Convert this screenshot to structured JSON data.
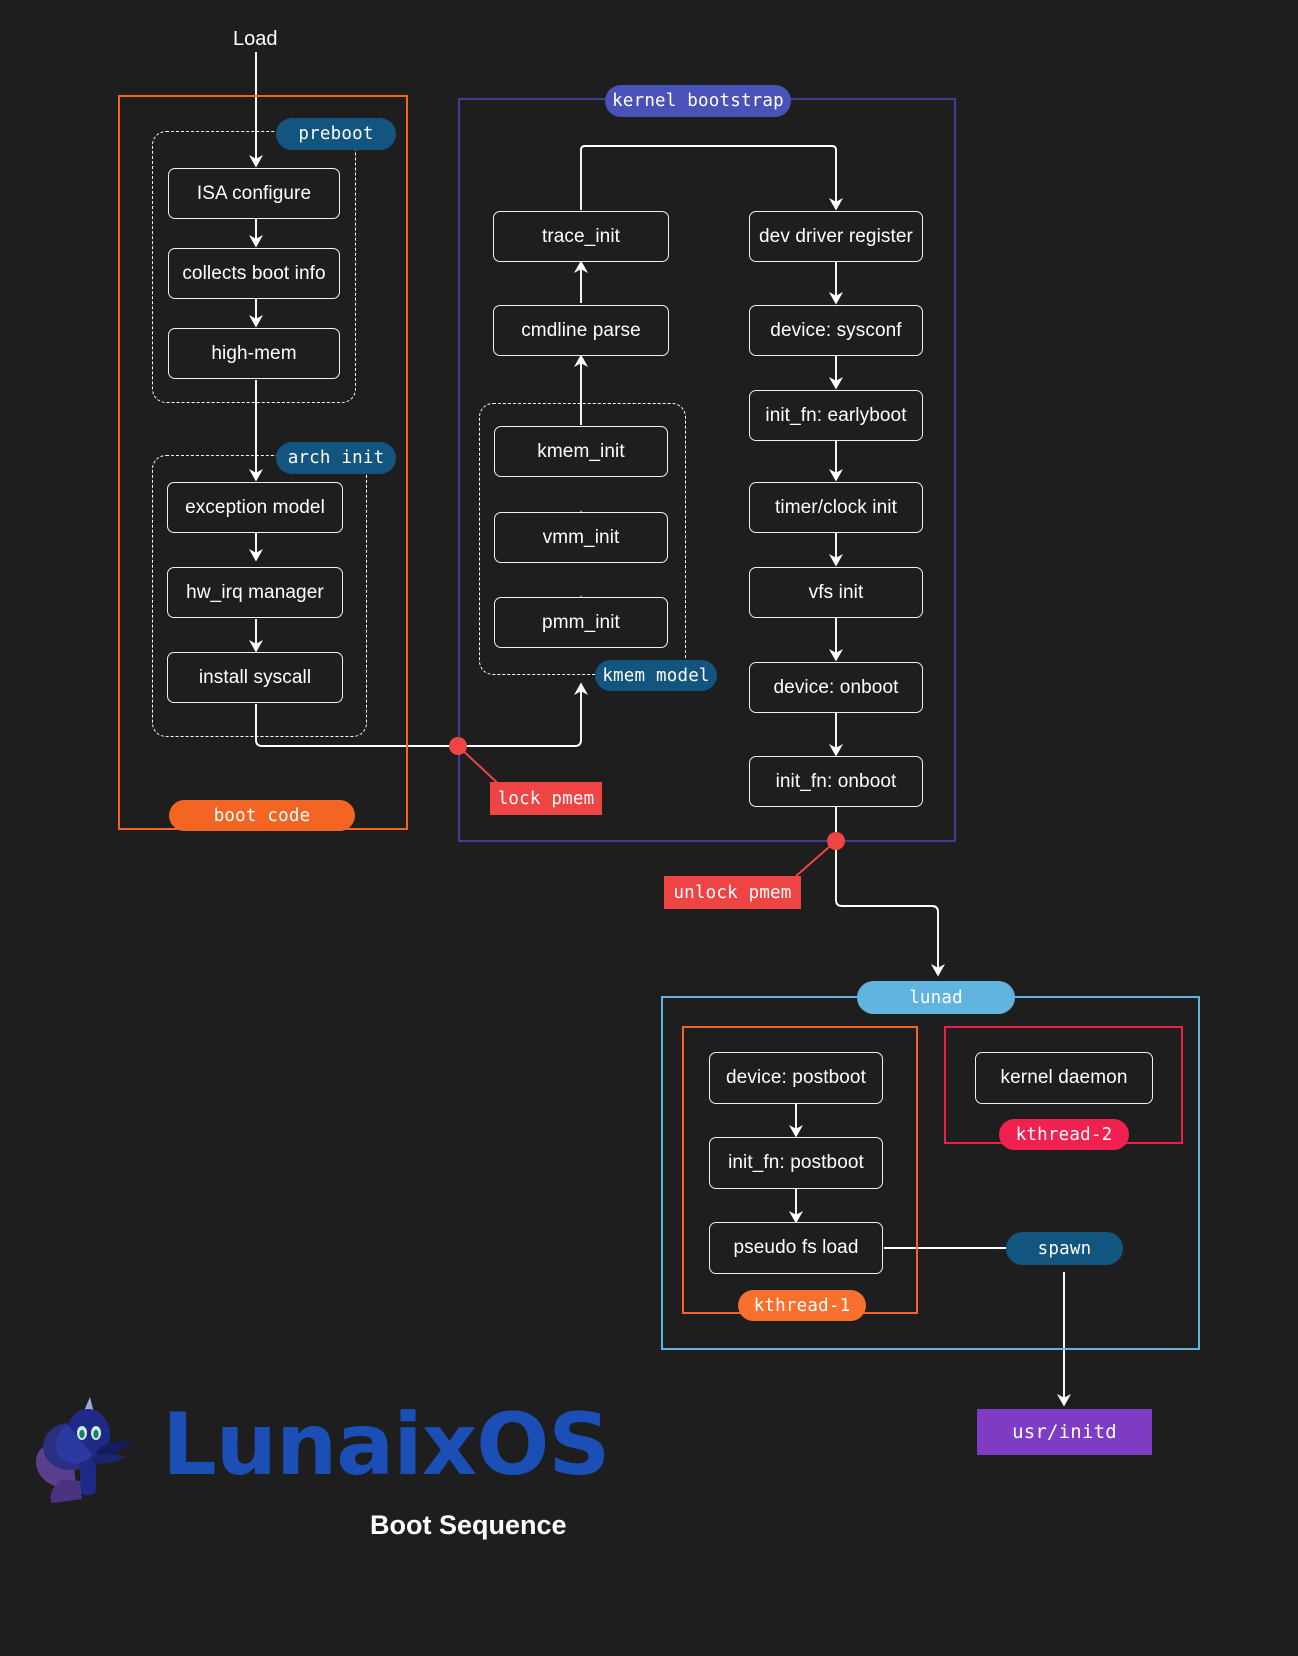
{
  "diagram": {
    "title": "Boot Sequence",
    "brand": "LunaixOS",
    "entry_label": "Load"
  },
  "clusters": [
    {
      "name": "boot code",
      "label": "boot code",
      "color": "#f26522",
      "label_bg": "#f26522",
      "label_shape": "pill"
    },
    {
      "name": "preboot",
      "label": "preboot",
      "color": "#ffffff",
      "label_bg": "#12557f",
      "label_shape": "pill"
    },
    {
      "name": "arch init",
      "label": "arch init",
      "color": "#ffffff",
      "label_bg": "#12557f",
      "label_shape": "pill"
    },
    {
      "name": "kernel bootstrap",
      "label": "kernel bootstrap",
      "color": "#3b3f94",
      "label_bg": "#4a52b8",
      "label_shape": "pill"
    },
    {
      "name": "kmem model",
      "label": "kmem model",
      "color": "#ffffff",
      "label_bg": "#12557f",
      "label_shape": "pill"
    },
    {
      "name": "lunad",
      "label": "lunad",
      "color": "#62b4e0",
      "label_bg": "#62b4e0",
      "label_shape": "pill"
    },
    {
      "name": "kthread-1",
      "label": "kthread-1",
      "color": "#f26522",
      "label_bg": "#f96f2e",
      "label_shape": "pill"
    },
    {
      "name": "kthread-2",
      "label": "kthread-2",
      "color": "#f01d4a",
      "label_bg": "#f0214e",
      "label_shape": "pill"
    }
  ],
  "nodes": {
    "preboot": [
      {
        "id": "isa-configure",
        "label": "ISA configure"
      },
      {
        "id": "collects-boot-info",
        "label": "collects boot info"
      },
      {
        "id": "high-mem",
        "label": "high-mem"
      }
    ],
    "arch_init": [
      {
        "id": "exception-model",
        "label": "exception model"
      },
      {
        "id": "hw-irq-manager",
        "label": "hw_irq manager"
      },
      {
        "id": "install-syscall",
        "label": "install syscall"
      }
    ],
    "kmem_model": [
      {
        "id": "kmem-init",
        "label": "kmem_init"
      },
      {
        "id": "vmm-init",
        "label": "vmm_init"
      },
      {
        "id": "pmm-init",
        "label": "pmm_init"
      }
    ],
    "kernel_left": [
      {
        "id": "trace-init",
        "label": "trace_init"
      },
      {
        "id": "cmdline-parse",
        "label": "cmdline parse"
      }
    ],
    "kernel_right": [
      {
        "id": "dev-driver-register",
        "label": "dev driver register"
      },
      {
        "id": "device-sysconf",
        "label": "device: sysconf"
      },
      {
        "id": "init-fn-earlyboot",
        "label": "init_fn: earlyboot"
      },
      {
        "id": "timer-clock-init",
        "label": "timer/clock init"
      },
      {
        "id": "vfs-init",
        "label": "vfs init"
      },
      {
        "id": "device-onboot",
        "label": "device: onboot"
      },
      {
        "id": "init-fn-onboot",
        "label": "init_fn: onboot"
      }
    ],
    "kthread1": [
      {
        "id": "device-postboot",
        "label": "device: postboot"
      },
      {
        "id": "init-fn-postboot",
        "label": "init_fn: postboot"
      },
      {
        "id": "pseudo-fs-load",
        "label": "pseudo fs load"
      }
    ],
    "kthread2": [
      {
        "id": "kernel-daemon",
        "label": "kernel daemon"
      }
    ]
  },
  "annotations": [
    {
      "id": "lock-pmem",
      "label": "lock pmem",
      "bg": "#ef4444",
      "shape": "rect"
    },
    {
      "id": "unlock-pmem",
      "label": "unlock pmem",
      "bg": "#ef4444",
      "shape": "rect"
    },
    {
      "id": "spawn",
      "label": "spawn",
      "bg": "#12557f",
      "shape": "pill"
    },
    {
      "id": "usr-initd",
      "label": "usr/initd",
      "bg": "#7e3cc4",
      "shape": "rect"
    }
  ],
  "colors": {
    "background": "#1e1e1e",
    "node_border": "#f0f0f0",
    "edge": "#ffffff",
    "boot_code": "#f26522",
    "kernel_bootstrap": "#3b3f94",
    "lunad": "#62b4e0",
    "kthread1": "#f26522",
    "kthread2": "#f01d4a",
    "lock_marker": "#ef4444",
    "brand": "#1b4fb5"
  }
}
